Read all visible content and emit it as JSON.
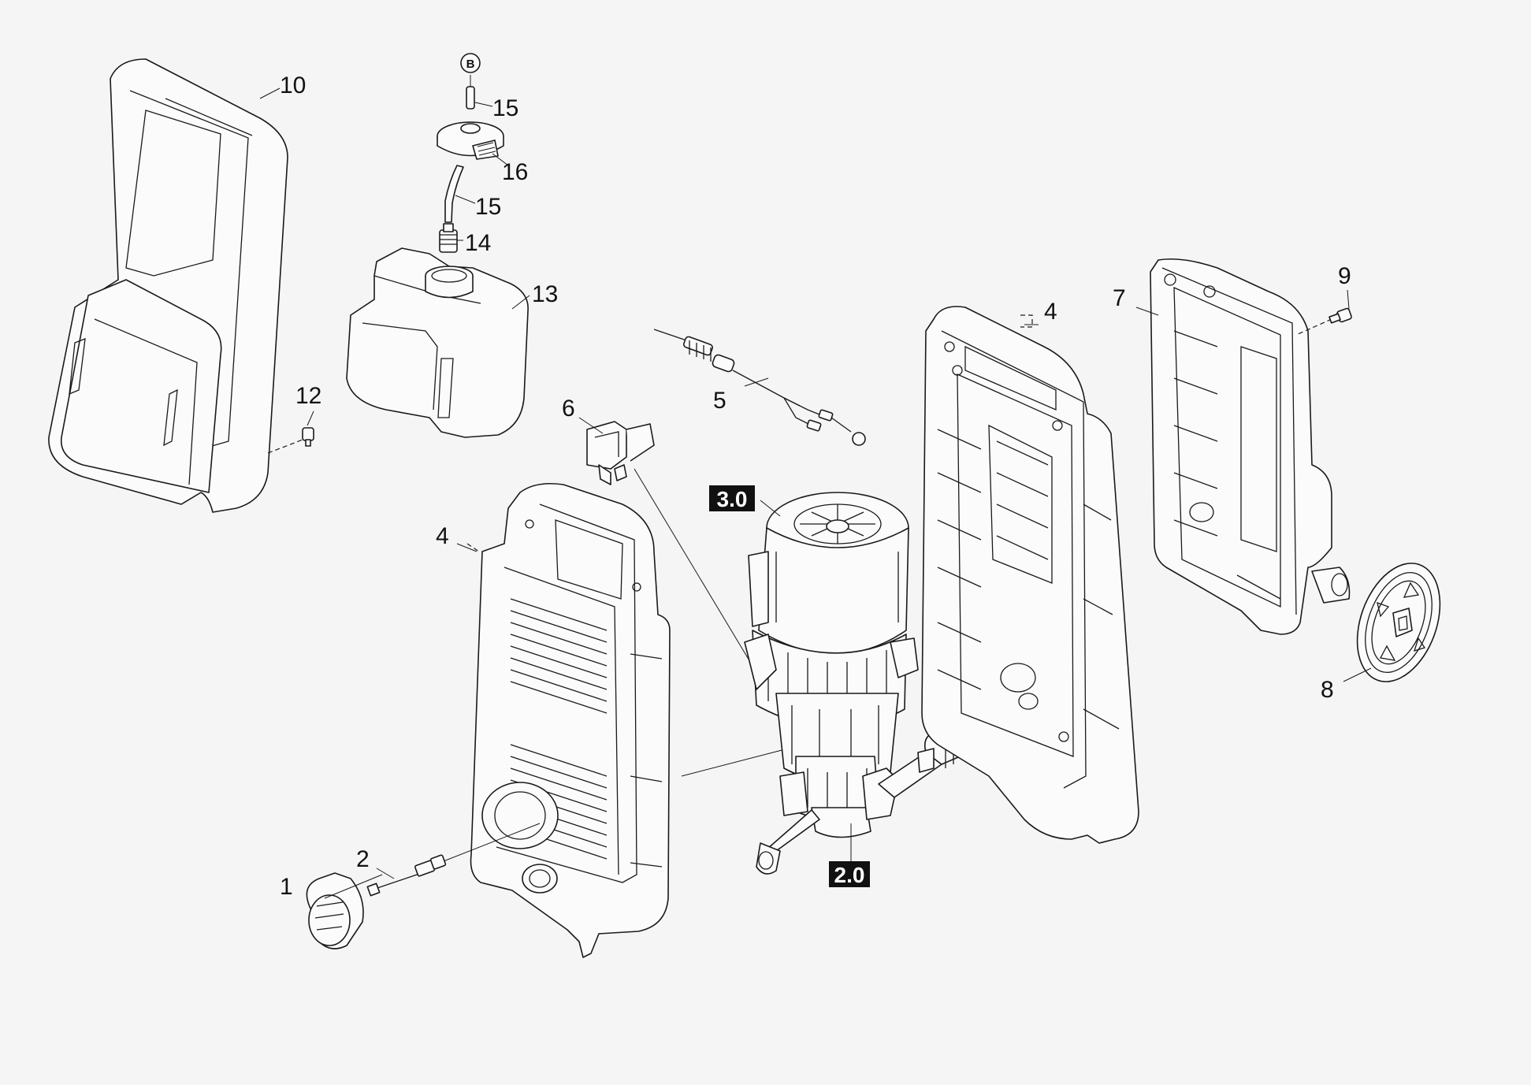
{
  "diagram": {
    "callouts": [
      {
        "id": "1",
        "label": "1"
      },
      {
        "id": "2",
        "label": "2"
      },
      {
        "id": "4a",
        "label": "4"
      },
      {
        "id": "4b",
        "label": "4"
      },
      {
        "id": "5",
        "label": "5"
      },
      {
        "id": "6",
        "label": "6"
      },
      {
        "id": "7",
        "label": "7"
      },
      {
        "id": "8",
        "label": "8"
      },
      {
        "id": "9",
        "label": "9"
      },
      {
        "id": "10",
        "label": "10"
      },
      {
        "id": "12",
        "label": "12"
      },
      {
        "id": "13",
        "label": "13"
      },
      {
        "id": "14",
        "label": "14"
      },
      {
        "id": "15a",
        "label": "15"
      },
      {
        "id": "15b",
        "label": "15"
      },
      {
        "id": "16",
        "label": "16"
      }
    ],
    "badges": [
      {
        "id": "motor",
        "label": "3.0"
      },
      {
        "id": "pump",
        "label": "2.0"
      }
    ],
    "cap_marker": "B",
    "colors": {
      "line": "#1a1a1a",
      "background": "#f5f5f5",
      "badge": "#111111"
    }
  }
}
